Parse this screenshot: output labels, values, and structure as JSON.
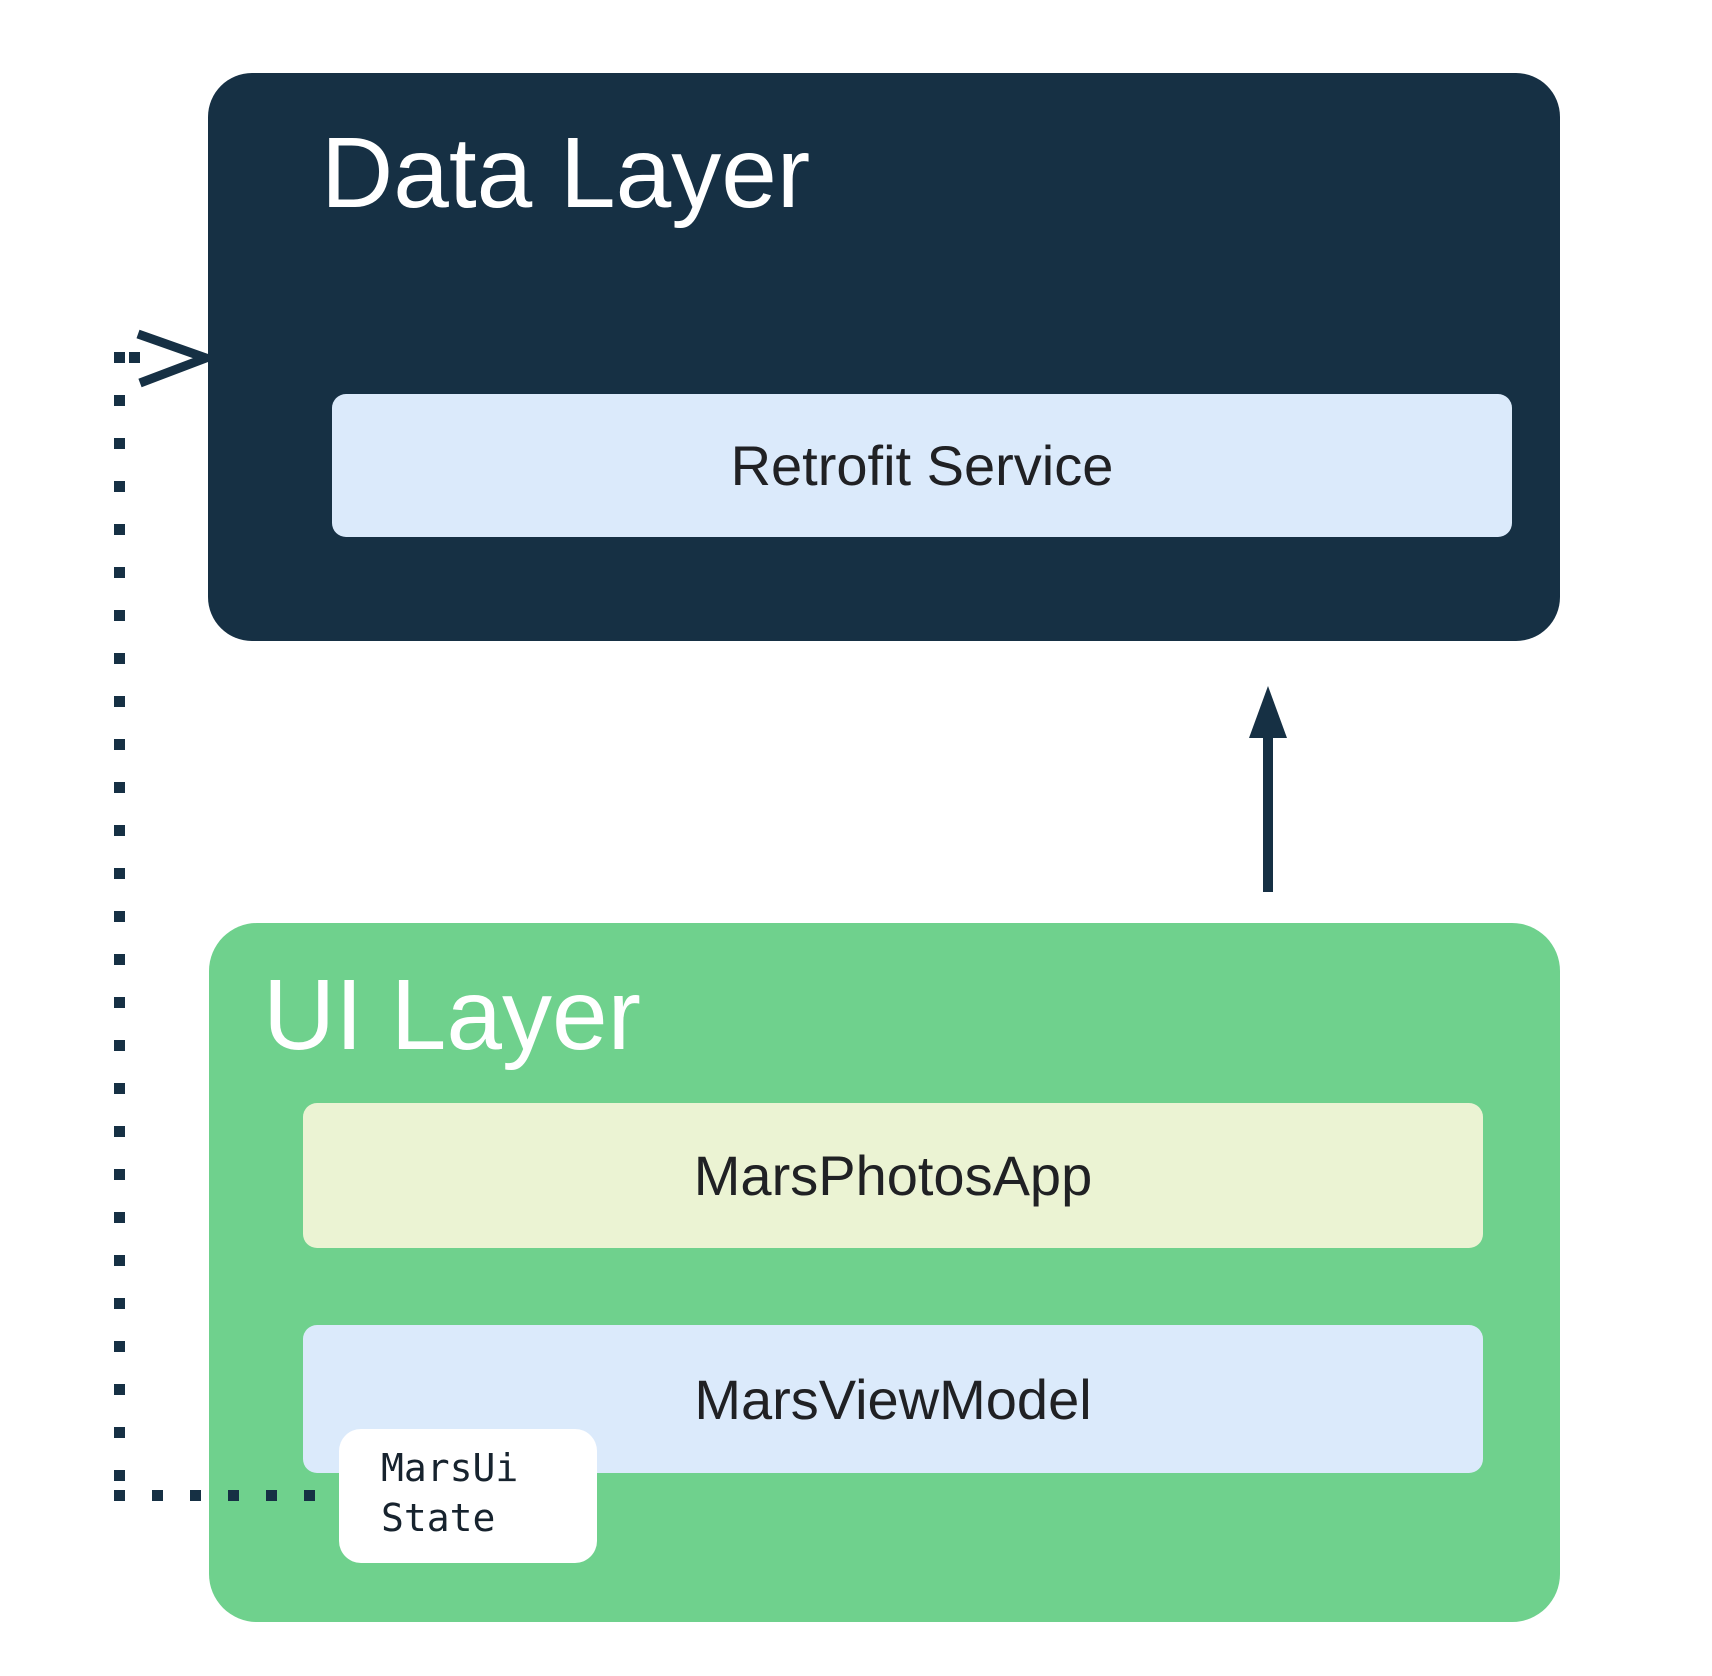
{
  "layers": [
    {
      "name": "data-layer",
      "title": "Data Layer",
      "boxes": [
        {
          "label": "Retrofit Service"
        }
      ]
    },
    {
      "name": "ui-layer",
      "title": "UI Layer",
      "boxes": [
        {
          "label": "MarsPhotosApp"
        },
        {
          "label": "MarsViewModel"
        }
      ]
    }
  ],
  "badge": {
    "lines": [
      "MarsUi",
      "State"
    ]
  },
  "colors": {
    "data_layer_bg": "#163044",
    "ui_layer_bg": "#6FD18D",
    "retrofit_service_bg": "#DBEAFB",
    "mars_photos_app_bg": "#EBF3D3",
    "mars_view_model_bg": "#DBEAFB",
    "badge_bg": "#FFFFFF",
    "layer_title_text": "#FFFFFF",
    "box_label_text": "#202124",
    "arrow": "#163044"
  }
}
